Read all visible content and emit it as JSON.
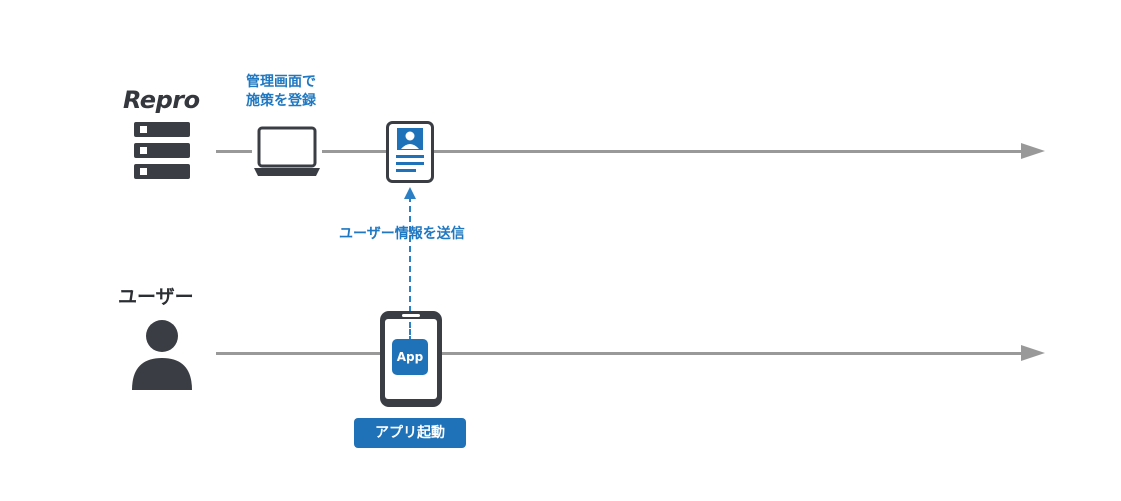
{
  "server": {
    "logo_text": "Repro",
    "icon": "server-stack-icon"
  },
  "user": {
    "label": "ユーザー",
    "icon": "person-icon"
  },
  "labels": {
    "register_line1": "管理画面で",
    "register_line2": "施策を登録",
    "send_info": "ユーザー情報を送信",
    "app_launch": "アプリ起動",
    "app_tile": "App"
  },
  "icons": {
    "laptop": "laptop-icon",
    "profile_card": "profile-card-icon",
    "smartphone": "smartphone-icon"
  },
  "colors": {
    "accent_blue": "#1f72b8",
    "label_blue": "#1f78c1",
    "timeline_gray": "#999999",
    "icon_dark": "#3a3e44"
  }
}
